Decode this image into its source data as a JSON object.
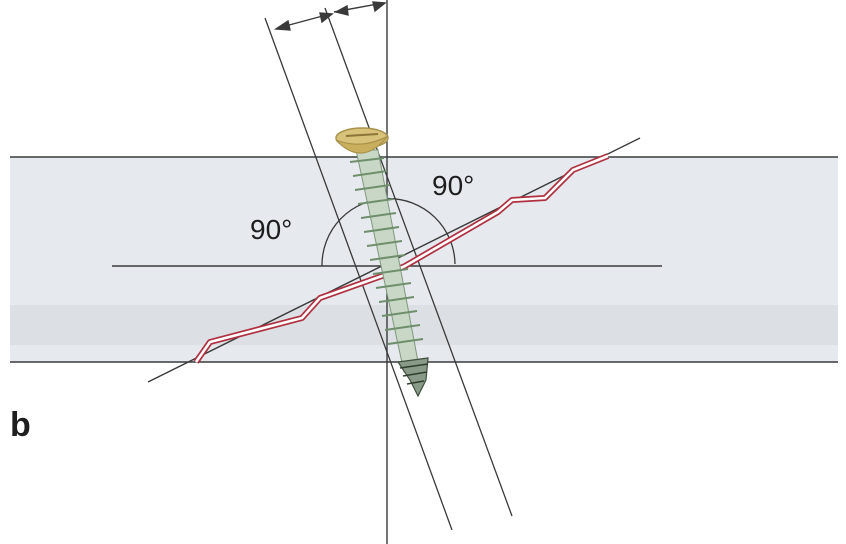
{
  "figure": {
    "panel_letter": "b",
    "angle_left": "90°",
    "angle_right": "90°",
    "colors": {
      "bone_band": "#e6e9ee",
      "bone_band_lower": "#dcdfe3",
      "line": "#3a3a3a",
      "fracture_outline": "#b03040",
      "fracture_fill": "#ffffff",
      "screw_thread": "#9dbb9b",
      "screw_head": "#d8c27a",
      "screw_head_dark": "#a8924a",
      "screw_tip": "#8a9a88"
    },
    "icons": [
      "double-arrow-icon",
      "screw-icon"
    ]
  }
}
